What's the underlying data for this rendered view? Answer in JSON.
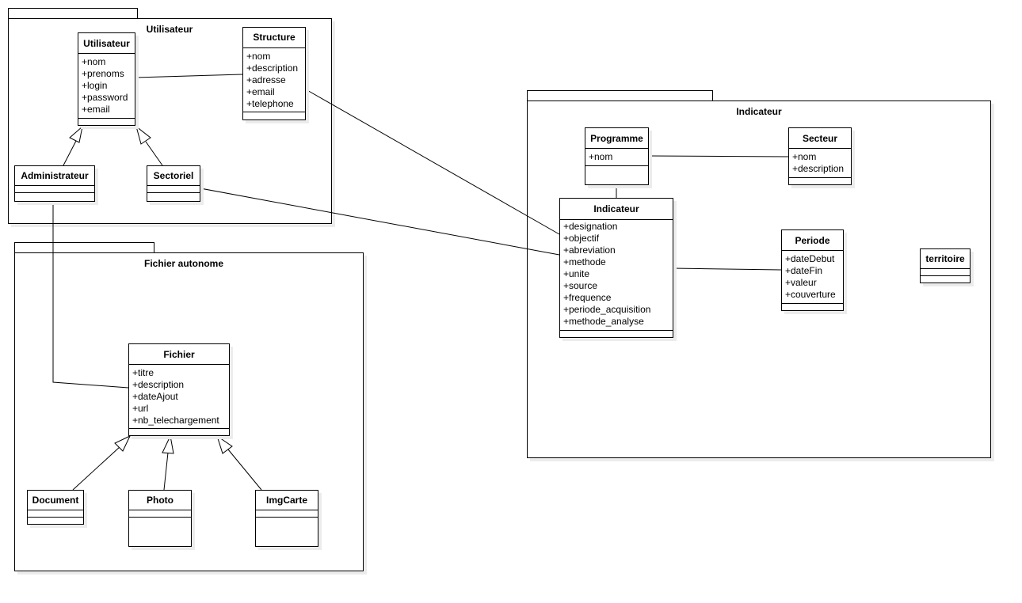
{
  "packages": {
    "utilisateur": {
      "title": "Utilisateur"
    },
    "fichier": {
      "title": "Fichier autonome"
    },
    "indicateur": {
      "title": "Indicateur"
    }
  },
  "classes": {
    "utilisateur": {
      "name": "Utilisateur",
      "attrs": [
        "+nom",
        "+prenoms",
        "+login",
        "+password",
        "+email"
      ]
    },
    "structure": {
      "name": "Structure",
      "attrs": [
        "+nom",
        "+description",
        "+adresse",
        "+email",
        "+telephone"
      ]
    },
    "administrateur": {
      "name": "Administrateur",
      "attrs": []
    },
    "sectoriel": {
      "name": "Sectoriel",
      "attrs": []
    },
    "fichier": {
      "name": "Fichier",
      "attrs": [
        "+titre",
        "+description",
        "+dateAjout",
        "+url",
        "+nb_telechargement"
      ]
    },
    "document": {
      "name": "Document",
      "attrs": []
    },
    "photo": {
      "name": "Photo",
      "attrs": []
    },
    "imgcarte": {
      "name": "ImgCarte",
      "attrs": []
    },
    "programme": {
      "name": "Programme",
      "attrs": [
        "+nom"
      ]
    },
    "secteur": {
      "name": "Secteur",
      "attrs": [
        "+nom",
        "+description"
      ]
    },
    "indicateur": {
      "name": "Indicateur",
      "attrs": [
        "+designation",
        "+objectif",
        "+abreviation",
        "+methode",
        "+unite",
        "+source",
        "+frequence",
        "+periode_acquisition",
        "+methode_analyse"
      ]
    },
    "periode": {
      "name": "Periode",
      "attrs": [
        "+dateDebut",
        "+dateFin",
        "+valeur",
        "+couverture"
      ]
    },
    "territoire": {
      "name": "territoire",
      "attrs": []
    }
  }
}
